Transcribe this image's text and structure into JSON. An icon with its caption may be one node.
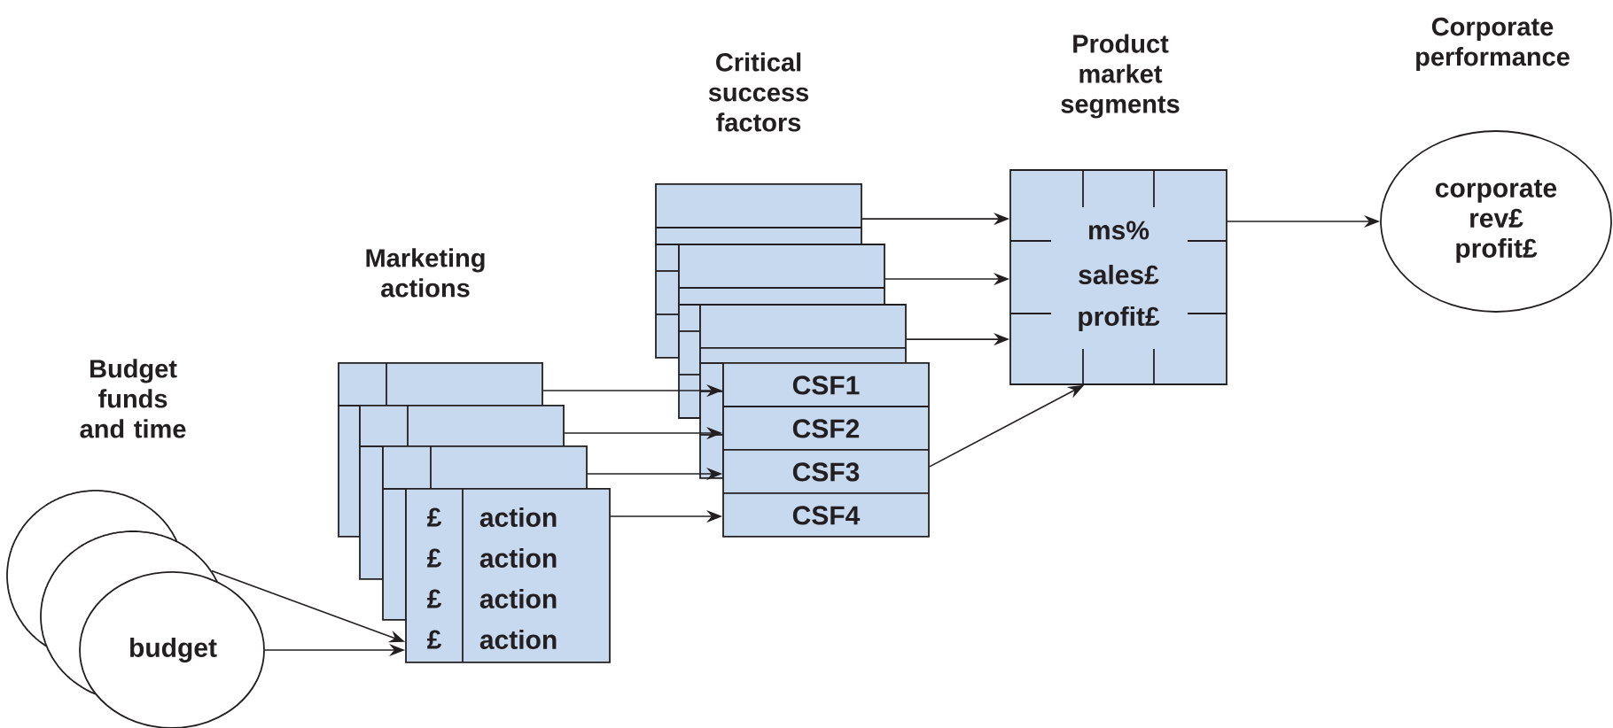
{
  "diagram": {
    "nodes": [
      {
        "text": [],
        "shape": "circle"
      },
      {
        "text": [],
        "shape": "circle"
      },
      {
        "text": [
          "budget"
        ]
      },
      {
        "text": [],
        "shape": "box"
      },
      {
        "text": [],
        "shape": "box"
      },
      {
        "text": [],
        "shape": "box"
      },
      {
        "text": [
          "£",
          "action",
          "£",
          "action",
          "£",
          "action",
          "£",
          "action"
        ]
      },
      {
        "text": [],
        "shape": "box"
      },
      {
        "text": [],
        "shape": "box"
      },
      {
        "text": [],
        "shape": "box"
      },
      {
        "text": [
          "CSF1",
          "CSF2",
          "CSF3",
          "CSF4"
        ]
      },
      {
        "text": [
          "ms%",
          "sales£",
          "profit£"
        ]
      },
      {
        "text": [
          "corporate rev£ profit£"
        ]
      }
    ],
    "edges": [
      {
        "from": 1,
        "to": 6,
        "arrow": "to"
      },
      {
        "from": 2,
        "to": 6,
        "arrow": "to"
      },
      {
        "from": 3,
        "to": 10,
        "arrow": "to"
      },
      {
        "from": 4,
        "to": 10,
        "arrow": "to"
      },
      {
        "from": 5,
        "to": 10,
        "arrow": "to"
      },
      {
        "from": 6,
        "to": 10,
        "arrow": "to"
      },
      {
        "from": 7,
        "to": 11,
        "arrow": "to"
      },
      {
        "from": 8,
        "to": 11,
        "arrow": "to"
      },
      {
        "from": 9,
        "to": 11,
        "arrow": "to"
      },
      {
        "from": 10,
        "to": 11,
        "arrow": "to"
      },
      {
        "from": 11,
        "to": 12,
        "arrow": "to"
      }
    ],
    "labels": [
      "Budget funds and time",
      "Marketing actions",
      "Critical success factors",
      "Product market segments",
      "Corporate performance"
    ]
  }
}
